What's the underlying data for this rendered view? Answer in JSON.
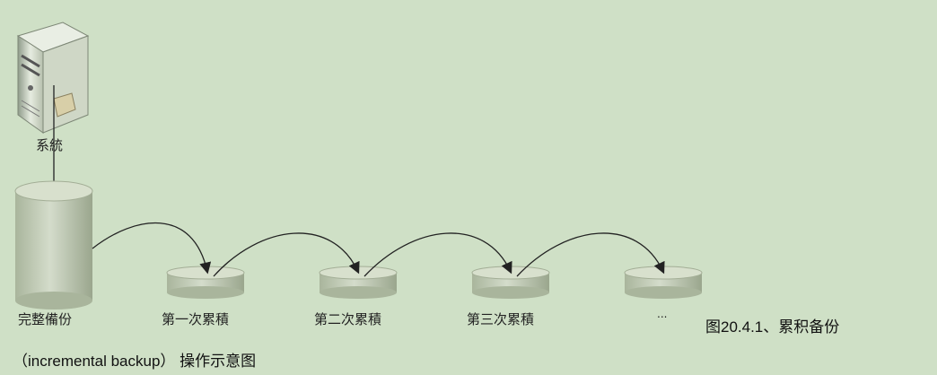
{
  "nodes": {
    "system": {
      "label": "系統",
      "icon": "server-tower-icon"
    },
    "full": {
      "label": "完整備份"
    },
    "inc1": {
      "label": "第一次累積"
    },
    "inc2": {
      "label": "第二次累積"
    },
    "inc3": {
      "label": "第三次累積"
    },
    "more": {
      "label": "..."
    }
  },
  "caption": {
    "line1": "图20.4.1、累积备份",
    "line2": "（incremental backup） 操作示意图"
  },
  "colors": {
    "background": "#cfe0c6",
    "disk": "#c2ccb5",
    "disk_top": "#d8e0cd",
    "arrow": "#222222"
  }
}
